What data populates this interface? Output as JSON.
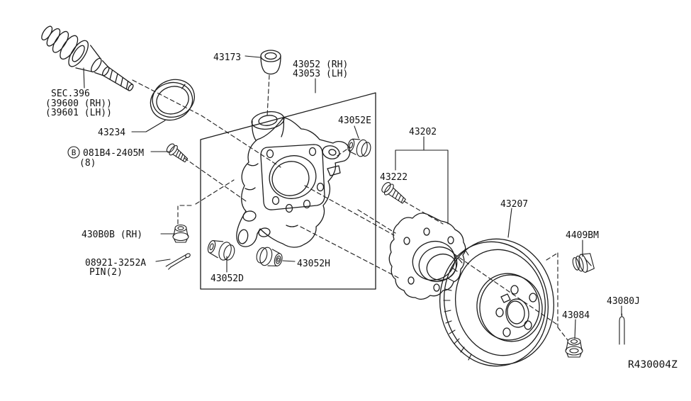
{
  "page": {
    "background": "#ffffff",
    "line_color": "#1c1c1c"
  },
  "diagram_code": "R430004Z",
  "callouts": {
    "sec_ref": "SEC.396",
    "sec_rh": "(39600 (RH))",
    "sec_lh": "(39601 (LH))",
    "dust_shield": "43234",
    "bolt_key": "B",
    "bolt": "081B4-2405M",
    "bolt_qty": "(8)",
    "nut_rh": "430B0B (RH)",
    "pin": "08921-3252A",
    "pin_qty": "PIN(2)",
    "cap": "43173",
    "housing_rh": "43052 (RH)",
    "housing_lh": "43053 (LH)",
    "bushing_e": "43052E",
    "bushing_d": "43052D",
    "bushing_h": "43052H",
    "hub_assy": "43202",
    "hub_bolt": "43222",
    "rotor": "43207",
    "plug": "4409BM",
    "nut": "43084",
    "pin_j": "43080J"
  }
}
